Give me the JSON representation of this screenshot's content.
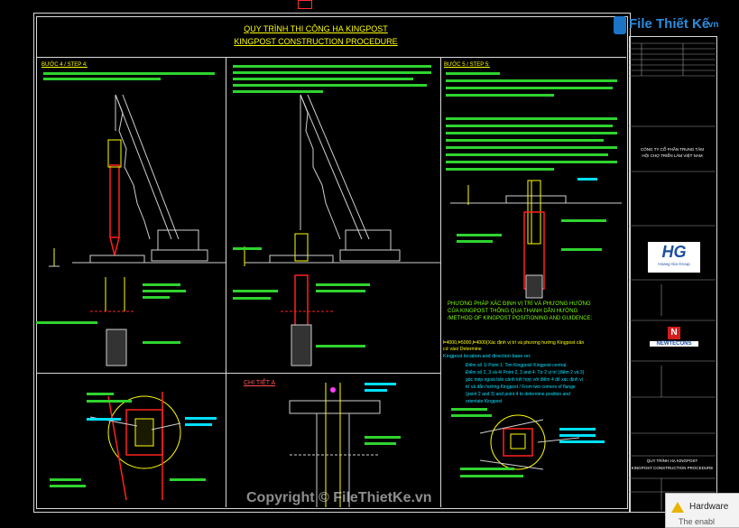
{
  "drawing": {
    "title_vi": "QUY TRÌNH THI CÔNG HẠ KINGPOST",
    "title_en": "KINGPOST CONSTRUCTION PROCEDURE",
    "step4_label": "BƯỚC 4 / STEP 4:",
    "step5_label": "BƯỚC 5 / STEP 5:",
    "detail_label": "CHI TIẾT A",
    "method_text_vi_1": "PHƯƠNG PHÁP XÁC ĐỊNH VỊ TRÍ VÀ PHƯƠNG HƯỚNG",
    "method_text_vi_2": "CỦA KINGPOST THÔNG QUA THANH DẪN HƯỚNG",
    "method_text_en": "/METHOD OF KINGPOST POSITIONING AND GUIDENCE:",
    "method_intro_1": "Þ4000,Þ5000,Þ4000(Xác định vị trí và phương hướng Kingpost căn",
    "method_intro_2": "cứ vào/ Determine",
    "method_intro_3": "Kingpost location and direction base on:",
    "method_item_1": "Điểm số 1/ Point 1: Tim Kingpost/ Kingpost central.",
    "method_item_2a": "Điểm số 2, 3 và 4/ Point 2, 3 and 4: Từ 2 vị trí (điểm 2 và 3)",
    "method_item_2b": "góc mép ngoài bản cánh kết hợp với điểm 4 để xác định vị",
    "method_item_2c": "trí và dẫn hướng Kingpost / From two corners of flange",
    "method_item_2d": "(point 2 and 3) and point 4 to determine position and",
    "method_item_2e": "orientate Kingpost"
  },
  "titleblock": {
    "company_line1": "CÔNG TY CỔ PHẦN TRUNG TÂM",
    "company_line2": "HỘI CHỢ TRIỂN LÃM VIỆT NAM",
    "logo_hg": "HG",
    "logo_hg_sub": "Hoang Gia Group",
    "logo_ntb": "NEWTECONS",
    "sheet_title_1": "QUY TRÌNH HẠ KINGPOST",
    "sheet_title_2": "KINGPOST CONSTRUCTION PROCEDURE"
  },
  "brand": {
    "logo_text": "File Thiết Kế",
    "logo_domain": ".vn",
    "watermark": "Copyright © FileThietKe.vn"
  },
  "notification": {
    "title": "Hardware",
    "body": "The enabl"
  },
  "colors": {
    "bg": "#000000",
    "frame": "#d8d8d8",
    "green_text": "#7dff00",
    "yellow": "#ffff00",
    "red": "#ff2020",
    "cyan": "#00e0ff",
    "crane_gray": "#cfcfcf"
  }
}
